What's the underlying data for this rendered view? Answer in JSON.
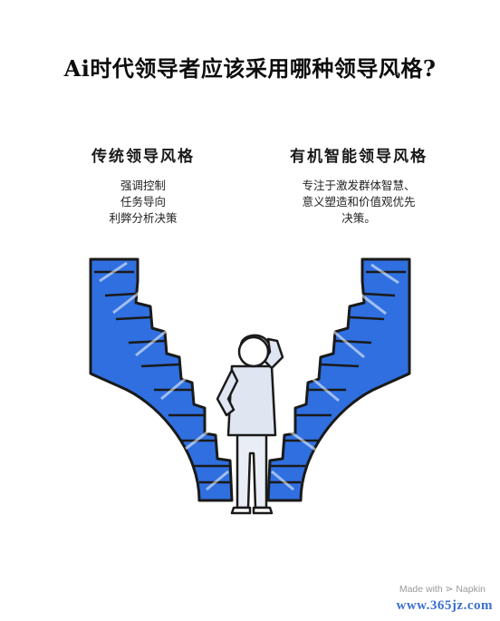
{
  "title": "Ai时代领导者应该采用哪种领导风格?",
  "left": {
    "heading": "传统领导风格",
    "lines": [
      "强调控制",
      "任务导向",
      "利弊分析决策"
    ]
  },
  "right": {
    "heading": "有机智能领导风格",
    "lines": [
      "专注于激发群体智慧、",
      "意义塑造和价值观优先",
      "决策。"
    ]
  },
  "credit": "Made with ⋗ Napkin",
  "watermark": "www.365jz.com",
  "colors": {
    "stair_blue": "#2f6fe0",
    "outline": "#1a1a1a",
    "figure_fill": "#dfe6f2"
  },
  "icons": [
    "person-thinking-icon",
    "staircase-illustration"
  ]
}
